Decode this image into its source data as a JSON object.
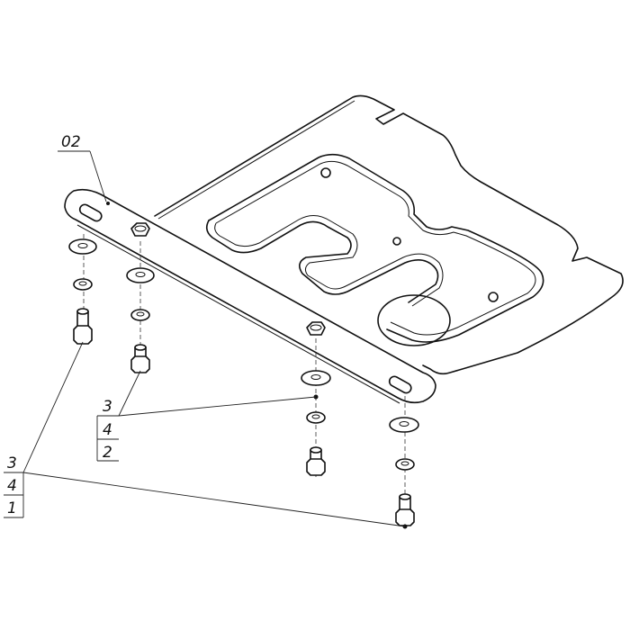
{
  "labels": {
    "plate_part": "02",
    "group_a": {
      "top": "3",
      "middle": "4",
      "bottom": "2"
    },
    "group_b": {
      "top": "3",
      "middle": "4",
      "bottom": "1"
    }
  },
  "colors": {
    "line": "#111111",
    "background": "#ffffff"
  }
}
